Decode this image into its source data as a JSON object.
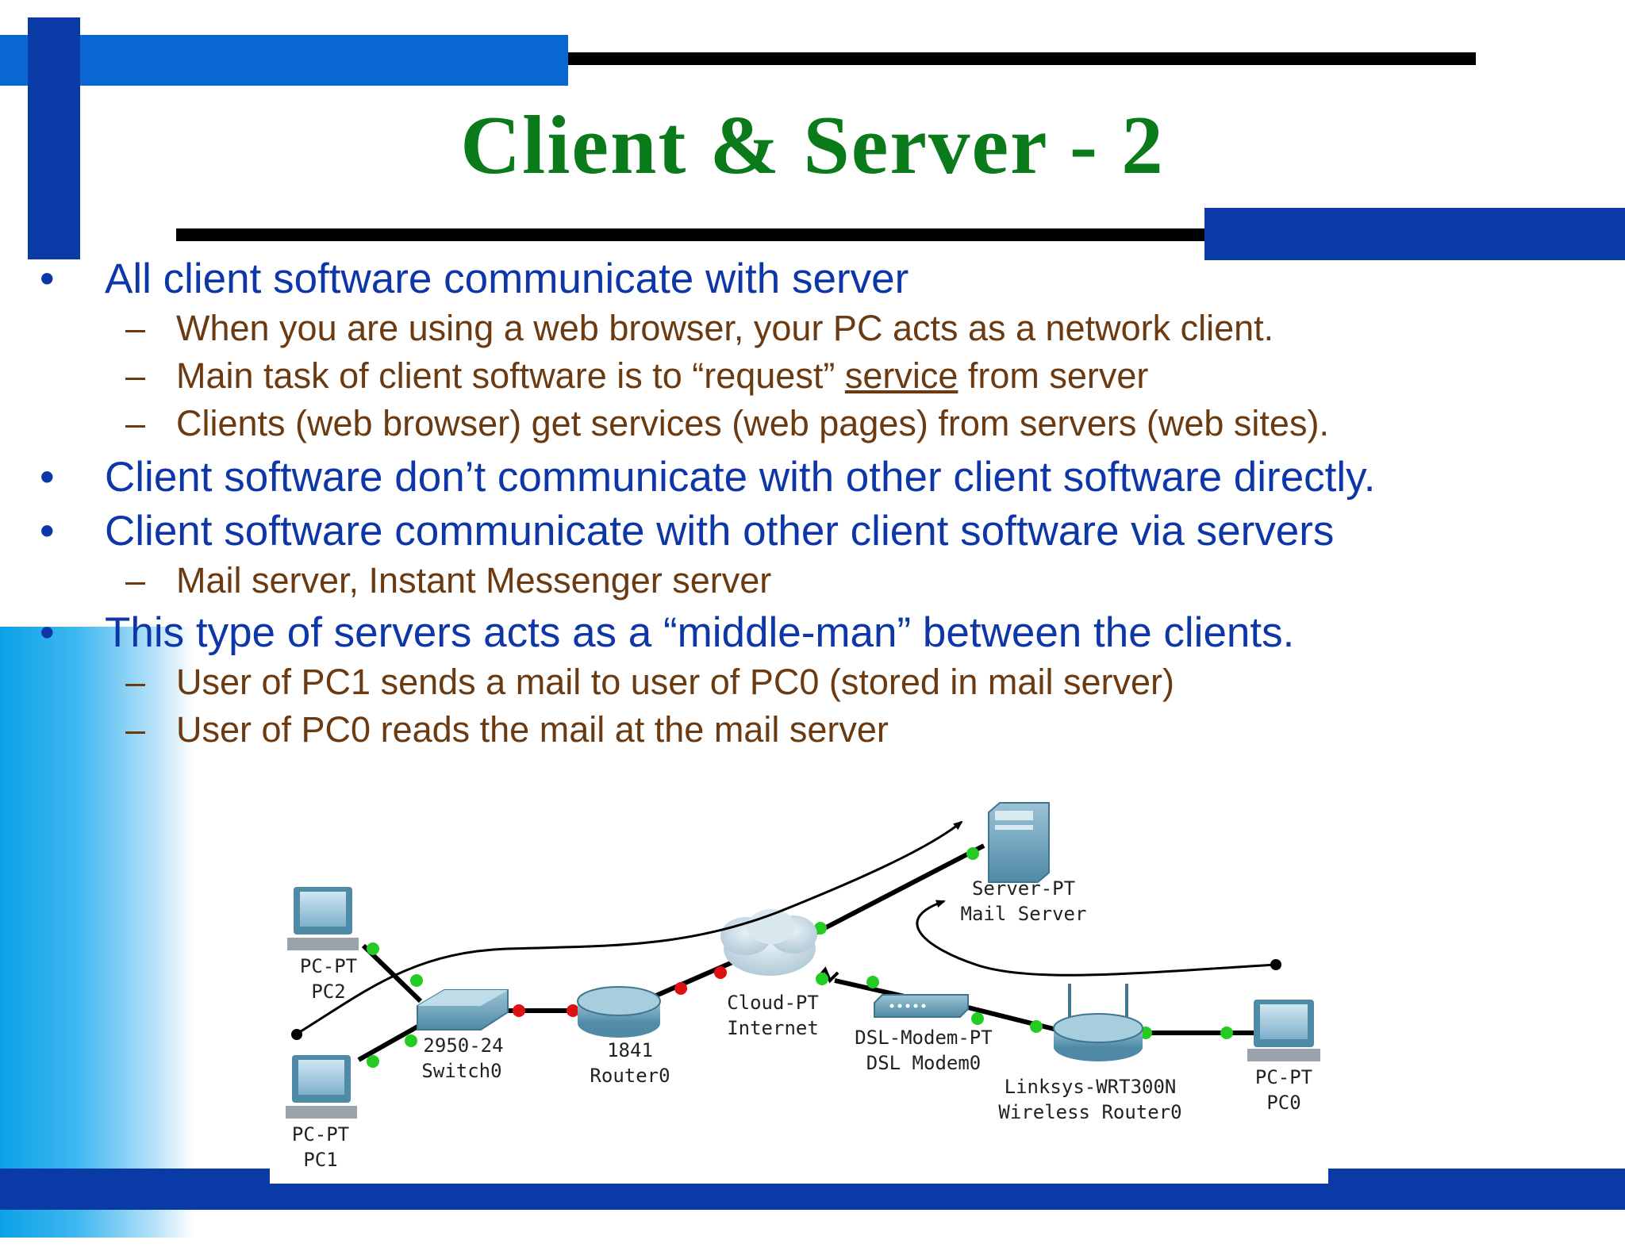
{
  "title": "Client & Server - 2",
  "bullets": [
    {
      "text": "All client software communicate with server",
      "subs": [
        {
          "text": "When you are using a web browser, your PC acts as a network client."
        },
        {
          "pre": "Main task of client software is to “request” ",
          "link": "service",
          "post": " from server"
        },
        {
          "text": "Clients (web browser) get services (web pages) from servers (web sites)."
        }
      ]
    },
    {
      "text": "Client software don’t communicate with other client software directly.",
      "subs": []
    },
    {
      "text": "Client software communicate with other client software via servers",
      "subs": [
        {
          "text": "Mail server, Instant Messenger server"
        }
      ]
    },
    {
      "text": "This type of servers acts as a “middle-man” between the clients.",
      "subs": [
        {
          "text": "User of PC1 sends a mail to user of PC0 (stored in mail server)"
        },
        {
          "text": "User of PC0 reads the mail at the mail server"
        }
      ]
    }
  ],
  "bullet_mark": "•",
  "sub_mark": "–",
  "diagram": {
    "pc2": [
      "PC-PT",
      "PC2"
    ],
    "pc1": [
      "PC-PT",
      "PC1"
    ],
    "switch": [
      "2950-24",
      "Switch0"
    ],
    "router": [
      "1841",
      "Router0"
    ],
    "cloud": [
      "Cloud-PT",
      "Internet"
    ],
    "server": [
      "Server-PT",
      "Mail Server"
    ],
    "modem": [
      "DSL-Modem-PT",
      "DSL Modem0"
    ],
    "wireless": [
      "Linksys-WRT300N",
      "Wireless Router0"
    ],
    "pc0": [
      "PC-PT",
      "PC0"
    ]
  },
  "colors": {
    "title": "#0a7a1a",
    "bullet": "#0d36a8",
    "sub": "#6b3a10",
    "bar": "#0a3aa6",
    "link_up": "#22cc22",
    "link_down": "#dd1111"
  }
}
